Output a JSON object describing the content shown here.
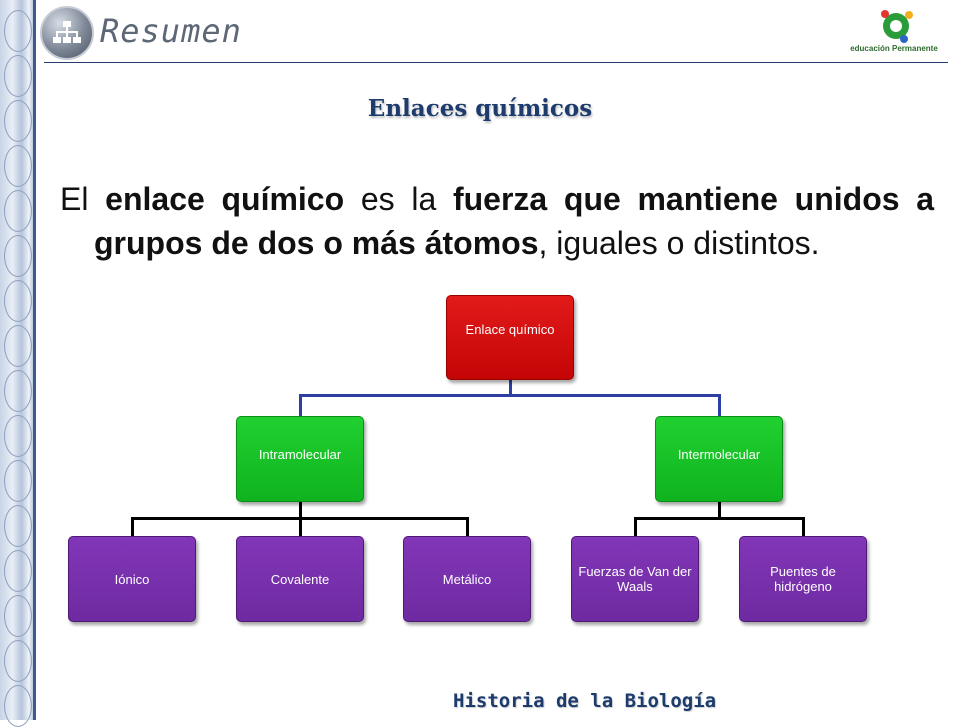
{
  "header": {
    "title": "Resumen",
    "logo_text": "educación Permanente",
    "logo_icon": "org-chart-icon"
  },
  "subtitle": "Enlaces químicos",
  "paragraph": {
    "parts": [
      {
        "text": "El ",
        "bold": false
      },
      {
        "text": "enlace químico",
        "bold": true
      },
      {
        "text": " es la ",
        "bold": false
      },
      {
        "text": "fuerza que mantiene unidos a grupos de dos o más átomos",
        "bold": true
      },
      {
        "text": ", iguales o distintos.",
        "bold": false
      }
    ]
  },
  "diagram": {
    "root": "Enlace químico",
    "level1": [
      "Intramolecular",
      "Intermolecular"
    ],
    "intramolecular": [
      "Iónico",
      "Covalente",
      "Metálico"
    ],
    "intermolecular": [
      "Fuerzas de Van der Waals",
      "Puentes de hidrógeno"
    ]
  },
  "colors": {
    "root": "#d10c0c",
    "level1": "#16c226",
    "leaf": "#772fab",
    "title": "#1d3b6d",
    "connector_top": "#2d3fa0"
  },
  "footer": "Historia de la Biología"
}
